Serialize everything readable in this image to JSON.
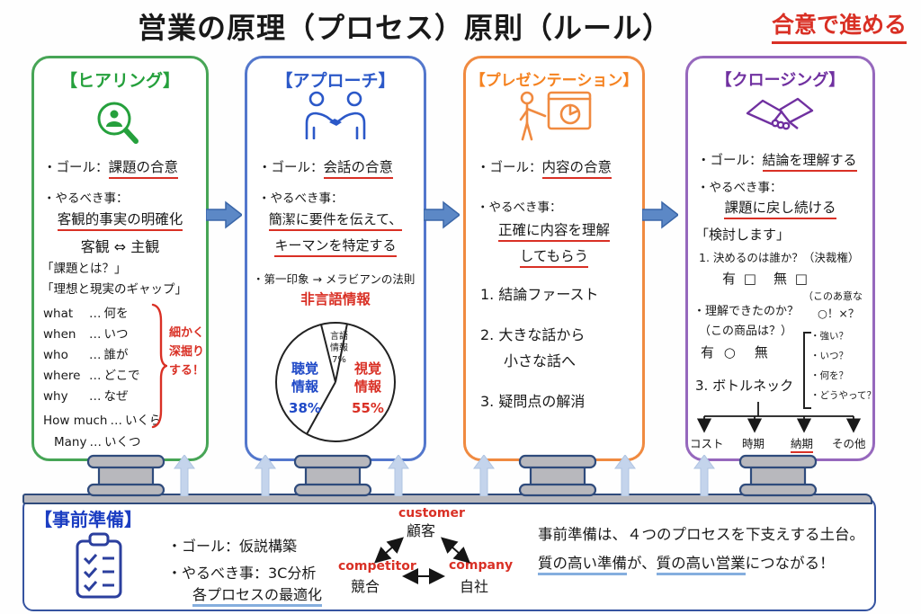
{
  "page": {
    "title": "営業の原理（プロセス）原則（ルール）",
    "tagline": "合意で進める"
  },
  "chart_data": {
    "type": "pie",
    "title": "メラビアンの法則 非言語情報",
    "labels": [
      "視覚情報",
      "聴覚情報",
      "言語情報"
    ],
    "values": [
      55,
      38,
      7
    ],
    "unit": "%",
    "colors": {
      "視覚情報": "#d93025",
      "聴覚情報": "#1f49c7",
      "言語情報": "#222222"
    }
  },
  "columns": [
    {
      "key": "hearing",
      "title": "【ヒアリング】",
      "goal_label": "・ゴール：",
      "goal": "課題の合意",
      "todo_label": "・やるべき事：",
      "todo_main": "客観的事実の明確化",
      "contrast": "客観 ⇔ 主観",
      "quote1": "「課題とは？」",
      "quote2": "「理想と現実のギャップ」",
      "w5": [
        {
          "en": "what",
          "dots": "…",
          "ja": "何を"
        },
        {
          "en": "when",
          "dots": "…",
          "ja": "いつ"
        },
        {
          "en": "who",
          "dots": "…",
          "ja": "誰が"
        },
        {
          "en": "where",
          "dots": "…",
          "ja": "どこで"
        },
        {
          "en": "why",
          "dots": "…",
          "ja": "なぜ"
        },
        {
          "en": "How much",
          "dots": "…",
          "ja": "いくら"
        },
        {
          "en": "Many",
          "dots": "…",
          "ja": "いくつ"
        }
      ],
      "note_lines": [
        "細かく",
        "深掘り",
        "する！"
      ]
    },
    {
      "key": "approach",
      "title": "【アプローチ】",
      "goal_label": "・ゴール：",
      "goal": "会話の合意",
      "todo_label": "・やるべき事：",
      "todo_line1": "簡潔に要件を伝えて、",
      "todo_line2": "キーマンを特定する",
      "impression": "・第一印象 → メラビアンの法則",
      "nonverbal": "非言語情報",
      "pie": {
        "verbal_l1": "言語",
        "verbal_l2": "情報",
        "verbal_pct": "7%",
        "auditory_l1": "聴覚",
        "auditory_l2": "情報",
        "auditory_pct": "38%",
        "visual_l1": "視覚",
        "visual_l2": "情報",
        "visual_pct": "55%"
      }
    },
    {
      "key": "presentation",
      "title": "【プレゼンテーション】",
      "goal_label": "・ゴール：",
      "goal": "内容の合意",
      "todo_label": "・やるべき事：",
      "todo_line1": "正確に内容を理解",
      "todo_line2": "してもらう",
      "step1": "1. 結論ファースト",
      "step2a": "2. 大きな話から",
      "step2b": "小さな話へ",
      "step3": "3. 疑問点の解消"
    },
    {
      "key": "closing",
      "title": "【クロージング】",
      "goal_label": "・ゴール：",
      "goal": "結論を理解する",
      "todo_label": "・やるべき事：",
      "todo_main": "課題に戻し続ける",
      "quote": "「検討します」",
      "q1": "1. 決めるのは誰か？（決裁権）",
      "q1_check": "有 □　無 □",
      "note_a": "（このあ意な",
      "note_b": "○！×？",
      "q2a": "・理解できたのか？",
      "q2b": "（この商品は？）",
      "q2_check": "有 ○　無",
      "checklist": [
        "・強い？",
        "・いつ？",
        "・何を？",
        "・どうやって？"
      ],
      "q3": "3. ボトルネック",
      "bottleneck": [
        "コスト",
        "時期",
        "納期",
        "その他"
      ]
    }
  ],
  "prep": {
    "title": "【事前準備】",
    "goal": "・ゴール：仮説構築",
    "todo": "・やるべき事：3C分析",
    "todo2": "各プロセスの最適化"
  },
  "c3": {
    "customer_en": "customer",
    "customer_ja": "顧客",
    "competitor_en": "competitor",
    "competitor_ja": "競合",
    "company_en": "company",
    "company_ja": "自社"
  },
  "footer": {
    "line1": "事前準備は、４つのプロセスを下支えする土台。",
    "line2_a": "質の高い準備",
    "line2_b": "が、",
    "line2_c": "質の高い営業",
    "line2_d": "につながる！"
  },
  "colors": {
    "hearing_green": "#25a03c",
    "approach_blue": "#2b58c8",
    "presentation_orange": "#f58220",
    "closing_purple": "#7030a0",
    "accent_red": "#d93025",
    "navy": "#2f4b7c",
    "royal_blue": "#1c3ec2",
    "flow_arrow": "#5c88c6",
    "support_arrow": "#c4d4ec",
    "pedestal_gray": "#b8b8bd",
    "underline_blue": "#85aede"
  }
}
